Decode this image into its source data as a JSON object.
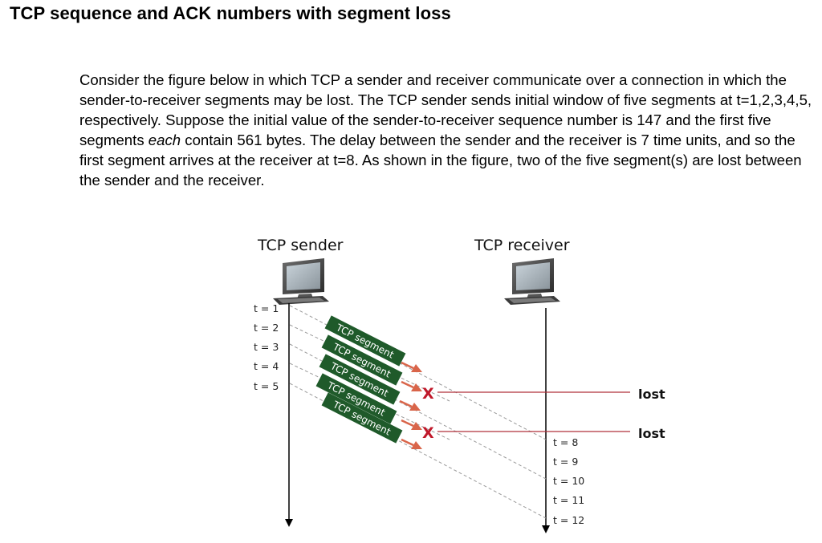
{
  "title": "TCP sequence and ACK numbers with segment loss",
  "paragraph": {
    "part1": "Consider the figure below in which TCP a sender and receiver communicate over a connection in which the sender-to-receiver segments may be lost. The TCP sender sends initial window of five segments at t=1,2,3,4,5, respectively. Suppose the initial value of the sender-to-receiver sequence number is 147 and the first five segments ",
    "emphasis": "each",
    "part2": " contain 561 bytes. The delay between the sender and the receiver is 7 time units, and so the first segment arrives at the receiver at t=8. As shown in the figure, two of the five segment(s) are lost between the sender and the receiver."
  },
  "diagram": {
    "sender_label": "TCP sender",
    "receiver_label": "TCP receiver",
    "sender_times": [
      "t = 1",
      "t = 2",
      "t = 3",
      "t = 4",
      "t = 5"
    ],
    "receiver_times": [
      "t = 8",
      "t = 9",
      "t = 10",
      "t = 11",
      "t = 12"
    ],
    "segment_label": "TCP segment",
    "lost_label": "lost",
    "loss_mark": "X",
    "colors": {
      "segment_fill": "#1f5a2a",
      "segment_text": "#ffffff",
      "arrow": "#d9654a",
      "loss_line": "#b0303a",
      "loss_mark": "#c0182a",
      "timeline": "#000000"
    }
  }
}
